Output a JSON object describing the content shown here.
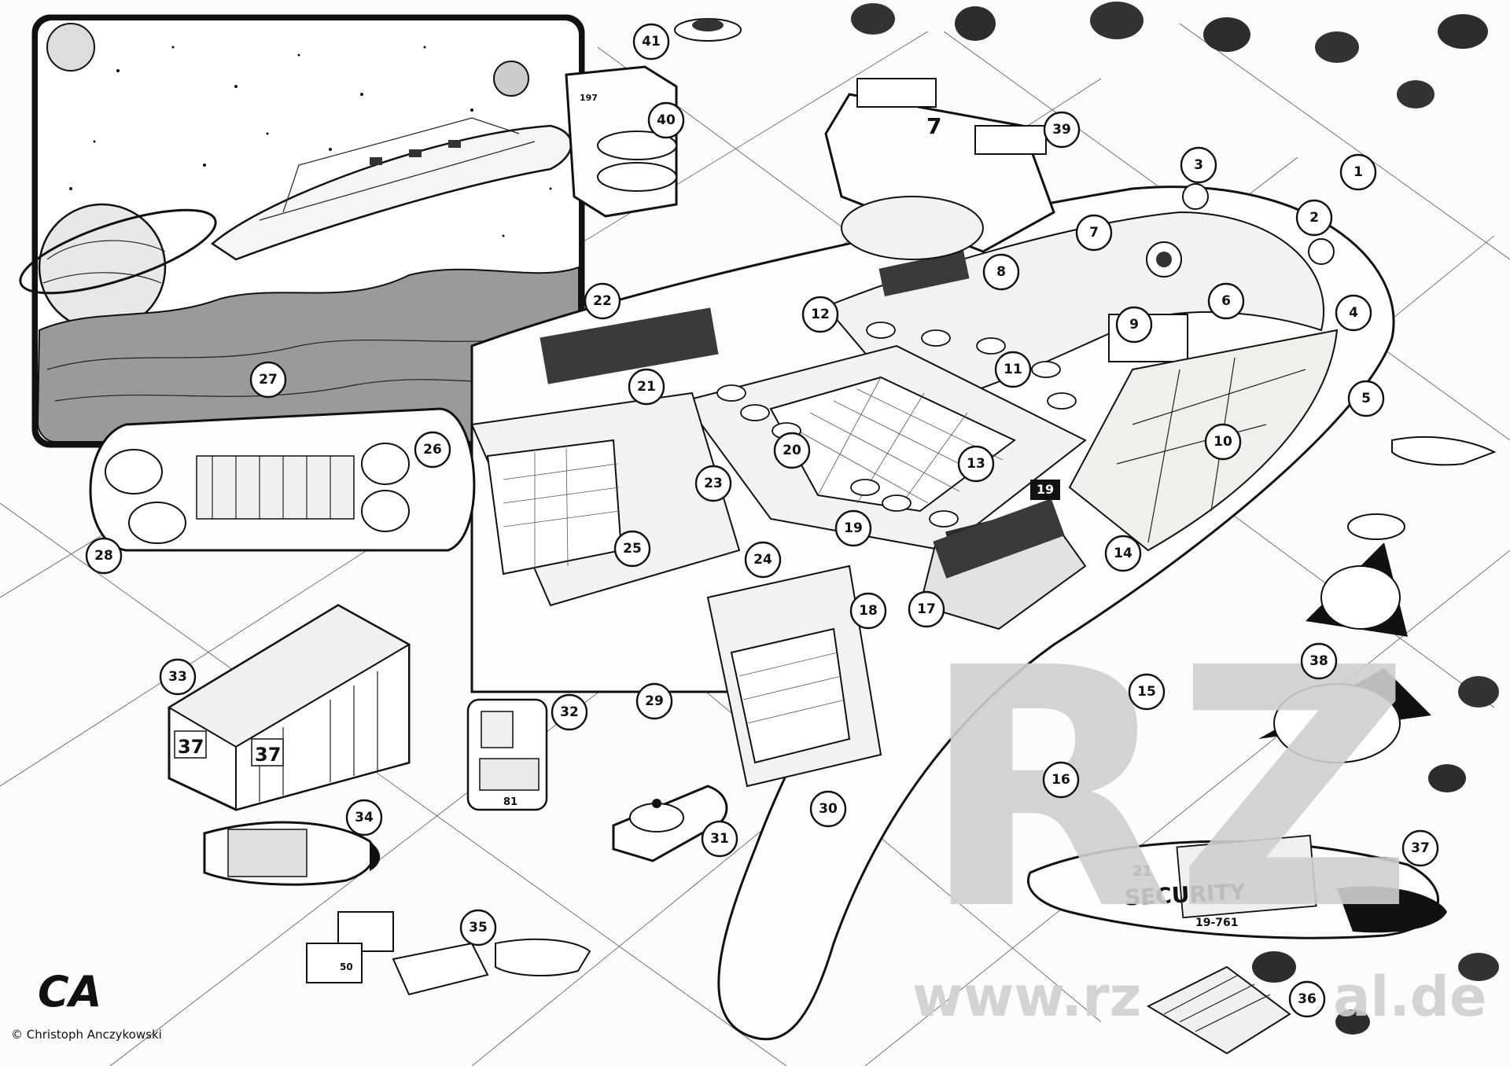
{
  "credit": {
    "symbol": "©",
    "author": "Christoph Anczykowski",
    "logo_text": "CA"
  },
  "watermark": {
    "url_text": "www.rz          al.de",
    "logo_text": "RZ"
  },
  "ship_markings": {
    "hull_number": "19",
    "cargo_code_1": "37",
    "cargo_code_2": "37",
    "building_number": "197",
    "dock_number": "7",
    "unit_number": "81",
    "security_unit": "21",
    "security_label": "SECURITY",
    "security_reg": "19-761",
    "cart_number": "50"
  },
  "callouts": [
    {
      "id": "1",
      "label": "1"
    },
    {
      "id": "2",
      "label": "2"
    },
    {
      "id": "3",
      "label": "3"
    },
    {
      "id": "4",
      "label": "4"
    },
    {
      "id": "5",
      "label": "5"
    },
    {
      "id": "6",
      "label": "6"
    },
    {
      "id": "7",
      "label": "7"
    },
    {
      "id": "8",
      "label": "8"
    },
    {
      "id": "9",
      "label": "9"
    },
    {
      "id": "10",
      "label": "10"
    },
    {
      "id": "11",
      "label": "11"
    },
    {
      "id": "12",
      "label": "12"
    },
    {
      "id": "13",
      "label": "13"
    },
    {
      "id": "14",
      "label": "14"
    },
    {
      "id": "15",
      "label": "15"
    },
    {
      "id": "16",
      "label": "16"
    },
    {
      "id": "17",
      "label": "17"
    },
    {
      "id": "18",
      "label": "18"
    },
    {
      "id": "19",
      "label": "19"
    },
    {
      "id": "20",
      "label": "20"
    },
    {
      "id": "21",
      "label": "21"
    },
    {
      "id": "22",
      "label": "22"
    },
    {
      "id": "23",
      "label": "23"
    },
    {
      "id": "24",
      "label": "24"
    },
    {
      "id": "25",
      "label": "25"
    },
    {
      "id": "26",
      "label": "26"
    },
    {
      "id": "27",
      "label": "27"
    },
    {
      "id": "28",
      "label": "28"
    },
    {
      "id": "29",
      "label": "29"
    },
    {
      "id": "30",
      "label": "30"
    },
    {
      "id": "31",
      "label": "31"
    },
    {
      "id": "32",
      "label": "32"
    },
    {
      "id": "33",
      "label": "33"
    },
    {
      "id": "34",
      "label": "34"
    },
    {
      "id": "35",
      "label": "35"
    },
    {
      "id": "36",
      "label": "36"
    },
    {
      "id": "37",
      "label": "37"
    },
    {
      "id": "38",
      "label": "38"
    },
    {
      "id": "39",
      "label": "39"
    },
    {
      "id": "40",
      "label": "40"
    },
    {
      "id": "41",
      "label": "41"
    }
  ]
}
